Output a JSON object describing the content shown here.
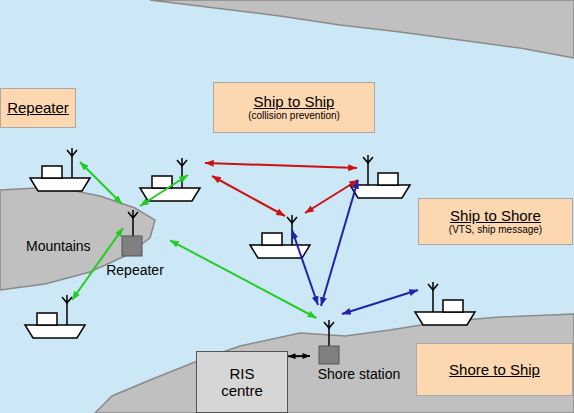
{
  "diagram": {
    "nodes": [
      {
        "text": [
          "Repeater"
        ]
      },
      {
        "text": [
          "Ship to Ship",
          "(collision prevention)"
        ]
      },
      {
        "text": [
          "Ship to Shore",
          "(VTS, ship message)"
        ]
      },
      {
        "text": [
          "Repeater"
        ]
      },
      {
        "text": [
          "RIS centre"
        ]
      },
      {
        "text": [
          "Shore station"
        ]
      },
      {
        "text": [
          "Shore to Ship"
        ]
      }
    ],
    "edges": [
      {
        "from": 3,
        "to": 5,
        "arrow": "both"
      },
      {
        "from": 4,
        "to": 5,
        "arrow": "both"
      }
    ],
    "labels": [
      "Mountains"
    ]
  }
}
